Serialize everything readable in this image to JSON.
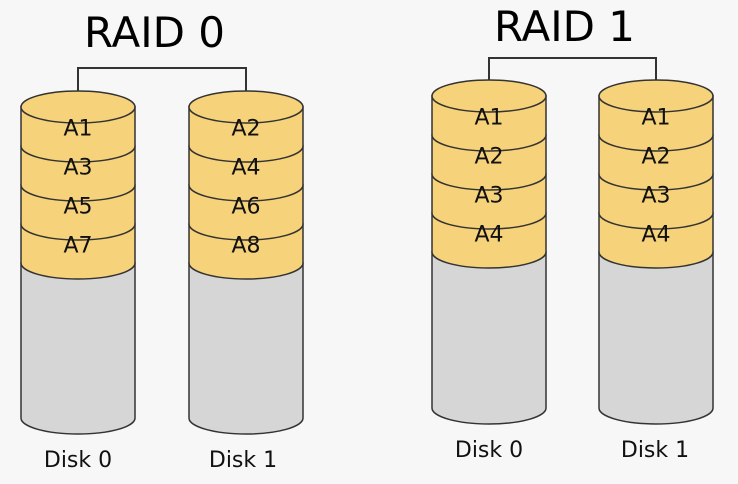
{
  "groups": [
    {
      "title": "RAID 0",
      "disks": [
        {
          "label": "Disk 0",
          "blocks": [
            "A1",
            "A3",
            "A5",
            "A7"
          ]
        },
        {
          "label": "Disk 1",
          "blocks": [
            "A2",
            "A4",
            "A6",
            "A8"
          ]
        }
      ]
    },
    {
      "title": "RAID 1",
      "disks": [
        {
          "label": "Disk 0",
          "blocks": [
            "A1",
            "A2",
            "A3",
            "A4"
          ]
        },
        {
          "label": "Disk 1",
          "blocks": [
            "A1",
            "A2",
            "A3",
            "A4"
          ]
        }
      ]
    }
  ],
  "colors": {
    "block_fill": "#f6d27a",
    "block_stroke": "#333333",
    "disk_fill": "#d6d6d6",
    "disk_top": "#f6d27a",
    "connector": "#333333",
    "background": "#f7f7f7"
  }
}
